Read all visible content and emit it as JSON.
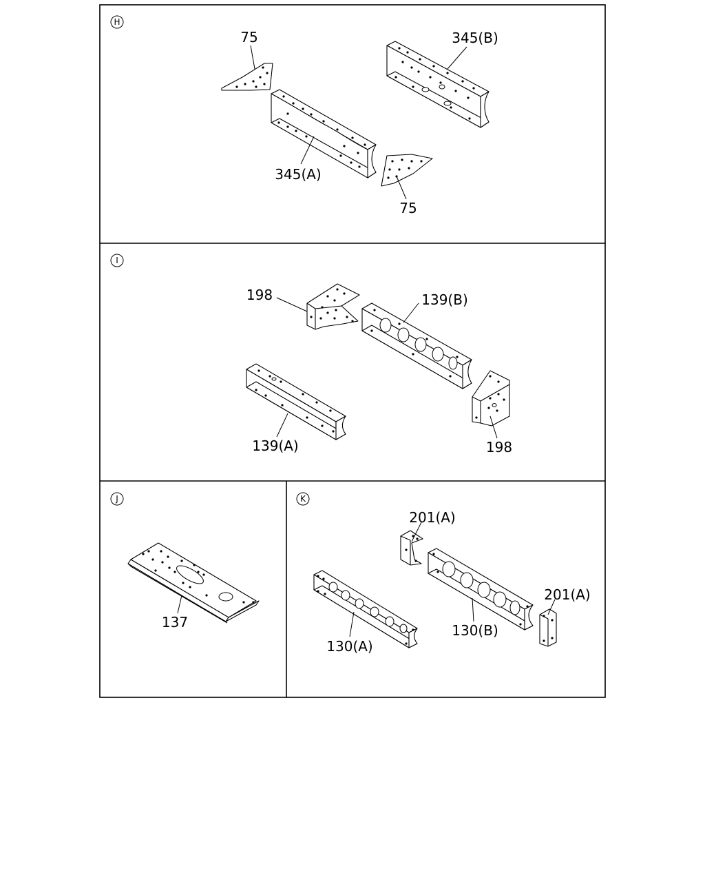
{
  "sections": [
    {
      "id": "H",
      "letter": "H",
      "labels": [
        "75",
        "345(B)",
        "345(A)",
        "75"
      ]
    },
    {
      "id": "I",
      "letter": "I",
      "labels": [
        "198",
        "139(B)",
        "139(A)",
        "198"
      ]
    },
    {
      "id": "J",
      "letter": "J",
      "labels": [
        "137"
      ]
    },
    {
      "id": "K",
      "letter": "K",
      "labels": [
        "201(A)",
        "201(A)",
        "130(A)",
        "130(B)"
      ]
    }
  ]
}
